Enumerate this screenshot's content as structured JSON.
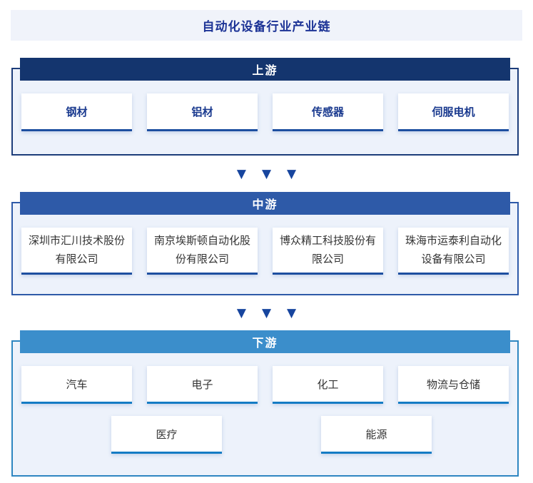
{
  "title": "自动化设备行业产业链",
  "arrow_glyph": "▼",
  "colors": {
    "title_bar_bg": "#f0f3fa",
    "title_text": "#1c3396",
    "section_bg": "#edf2fb",
    "upstream_header_bg": "#14356e",
    "upstream_border": "#1d3d7a",
    "upstream_item_text": "#1a3a8f",
    "midstream_header_bg": "#2e5aa8",
    "midstream_border": "#2e5aa8",
    "downstream_header_bg": "#3b8ecb",
    "downstream_border": "#2e86c1",
    "card_bg": "#ffffff",
    "card_underline_navy": "#1d4fa0",
    "card_underline_bright": "#147cc4",
    "item_text": "#333333",
    "header_text": "#ffffff",
    "arrow_color": "#17459e"
  },
  "sections": [
    {
      "id": "upstream",
      "label": "上游",
      "items": [
        "钢材",
        "铝材",
        "传感器",
        "伺服电机"
      ]
    },
    {
      "id": "midstream",
      "label": "中游",
      "items": [
        "深圳市汇川技术股份有限公司",
        "南京埃斯顿自动化股份有限公司",
        "博众精工科技股份有限公司",
        "珠海市运泰利自动化设备有限公司"
      ]
    },
    {
      "id": "downstream",
      "label": "下游",
      "items_row1": [
        "汽车",
        "电子",
        "化工",
        "物流与仓储"
      ],
      "items_row2": [
        "医疗",
        "能源"
      ]
    }
  ]
}
